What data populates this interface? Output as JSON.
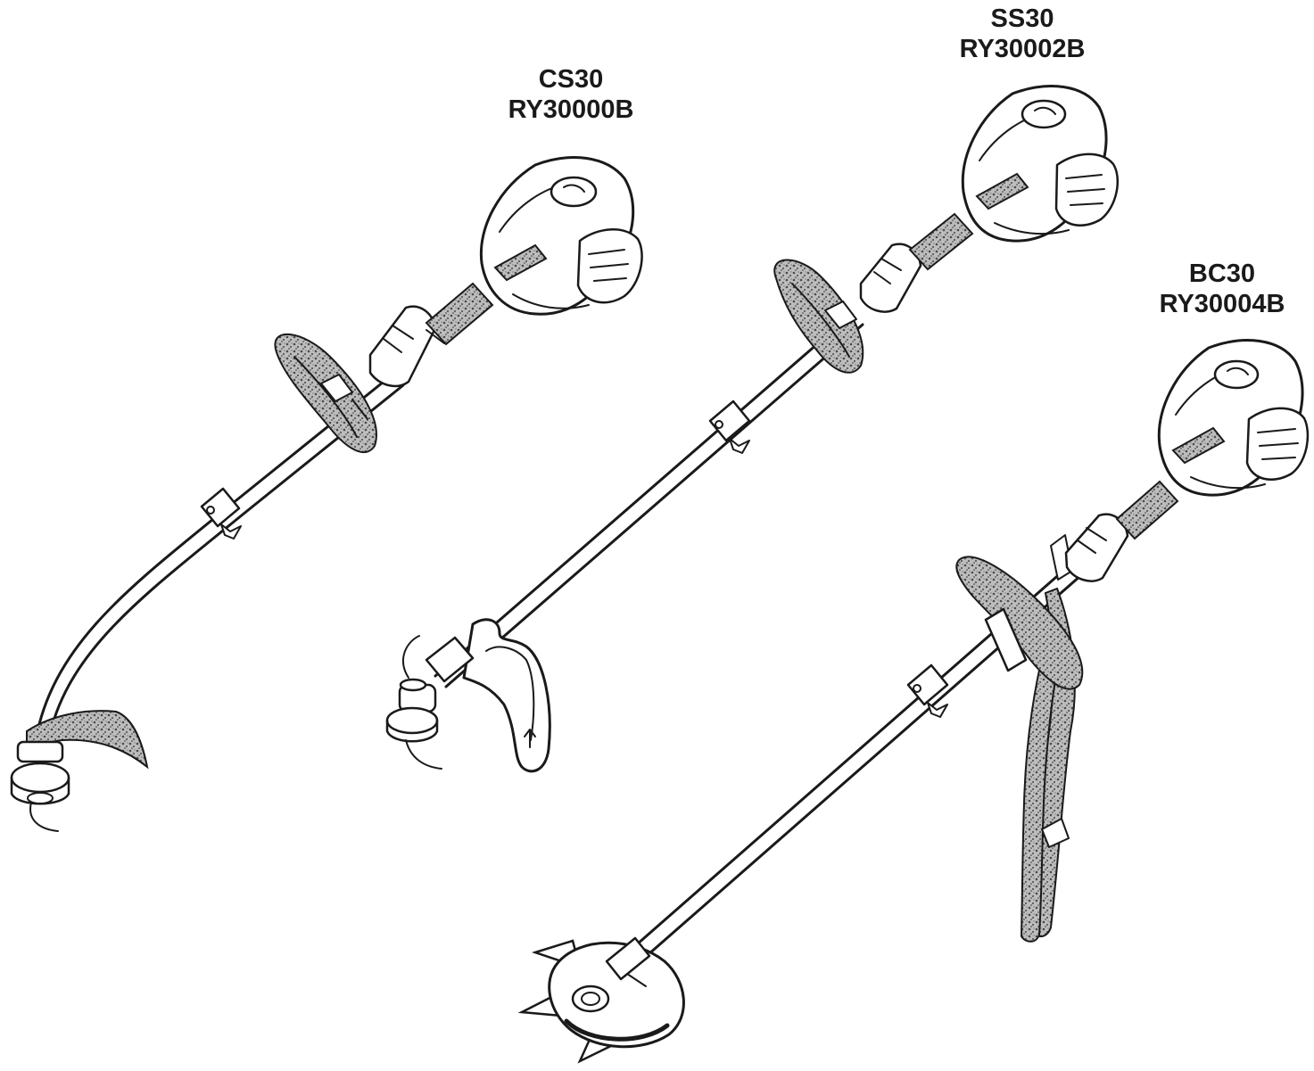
{
  "products": [
    {
      "model": "CS30",
      "part_number": "RY30000B",
      "head": "curved-shaft-trimmer"
    },
    {
      "model": "SS30",
      "part_number": "RY30002B",
      "head": "straight-shaft-trimmer"
    },
    {
      "model": "BC30",
      "part_number": "RY30004B",
      "head": "brushcutter-blade"
    }
  ],
  "colors": {
    "ink": "#1a1a1a",
    "background": "#ffffff",
    "grip_texture": "#6b6b6b"
  }
}
